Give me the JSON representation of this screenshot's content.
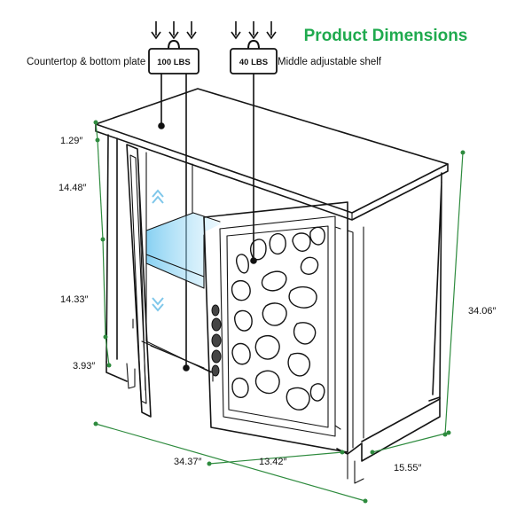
{
  "title": "Product Dimensions",
  "labels": {
    "countertop": "Countertop & bottom plate",
    "middle_shelf": "Middle adjustable shelf"
  },
  "badges": {
    "left_load": "100 LBS",
    "right_load": "40 LBS"
  },
  "dimensions": {
    "top_thickness": "1.29″",
    "upper_space": "14.48″",
    "lower_space": "14.33″",
    "base_height": "3.93″",
    "width": "34.37″",
    "door_width": "13.42″",
    "depth": "15.55″",
    "height": "34.06″"
  },
  "colors": {
    "title": "#1faa4e",
    "dimension_lines": "#2e8b3e",
    "shelf_highlight": "#8fd3f5",
    "ink": "#151515"
  },
  "icons": [
    "down-arrow-icon",
    "weight-icon",
    "up-chevron-icon",
    "down-chevron-icon"
  ]
}
